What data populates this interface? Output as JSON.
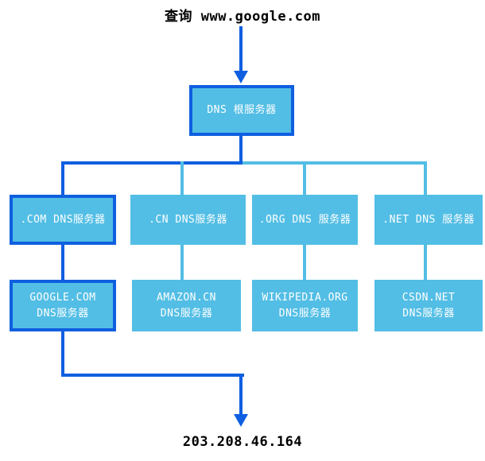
{
  "diagram": {
    "title": "查询 www.google.com",
    "root_server": {
      "label": "DNS 根服务器"
    },
    "tld_servers": [
      {
        "label": ".COM DNS服务器"
      },
      {
        "label": ".CN DNS服务器"
      },
      {
        "label": ".ORG DNS 服务器"
      },
      {
        "label": ".NET DNS 服务器"
      }
    ],
    "authoritative_servers": [
      {
        "name": "GOOGLE.COM",
        "type": "DNS服务器"
      },
      {
        "name": "AMAZON.CN",
        "type": "DNS服务器"
      },
      {
        "name": "WIKIPEDIA.ORG",
        "type": "DNS服务器"
      },
      {
        "name": "CSDN.NET",
        "type": "DNS服务器"
      }
    ],
    "result_ip": "203.208.46.164",
    "colors": {
      "path_highlight": "#0f5fe0",
      "node_fill": "#53bee5",
      "connector": "#53bee5",
      "node_text": "#ffffff",
      "text": "#000000"
    }
  }
}
